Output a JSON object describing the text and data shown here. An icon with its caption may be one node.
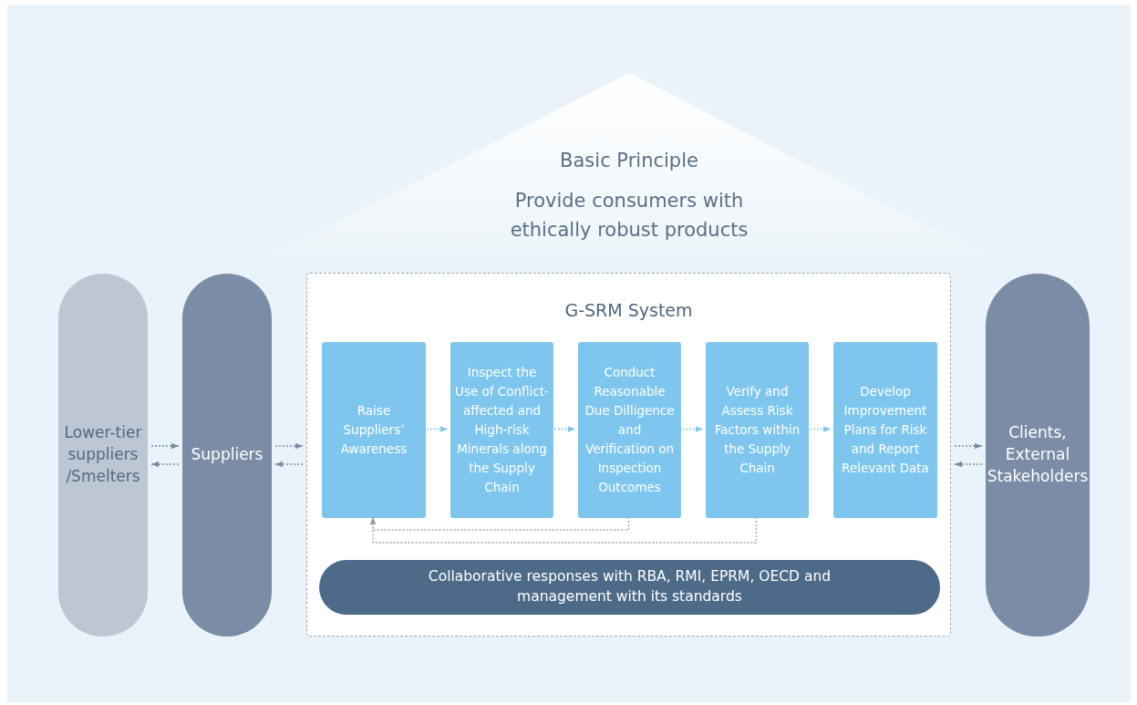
{
  "diagram": {
    "nodes": [
      {
        "text": [
          "Basic Principle",
          "Provide consumers with ethically robust products"
        ]
      },
      {
        "text": [
          "Lower-tier suppliers /Smelters"
        ]
      },
      {
        "text": [
          "Suppliers"
        ]
      },
      {
        "text": [
          "G-SRM System"
        ]
      },
      {
        "text": [
          "Raise Suppliers’ Awareness"
        ],
        "in": 3
      },
      {
        "text": [
          "Inspect the Use of Conflict-affected and High-risk Minerals along the Supply Chain"
        ],
        "in": 3
      },
      {
        "text": [
          "Conduct Reasonable Due Dilligence and Verification on Inspection Outcomes"
        ],
        "in": 3
      },
      {
        "text": [
          "Verify and Assess Risk Factors within the Supply Chain"
        ],
        "in": 3
      },
      {
        "text": [
          "Develop Improvement Plans for Risk and Report Relevant Data"
        ],
        "in": 3
      },
      {
        "text": [
          "Collaborative responses with RBA, RMI, EPRM, OECD and management with its standards"
        ],
        "in": 3
      },
      {
        "text": [
          "Clients, External Stakeholders"
        ]
      }
    ],
    "edges": [
      {
        "from": 1,
        "to": 2,
        "arrow": "to",
        "style": "dashed"
      },
      {
        "from": 2,
        "to": 1,
        "arrow": "to",
        "style": "dashed"
      },
      {
        "from": 2,
        "to": 3,
        "arrow": "to",
        "style": "dashed"
      },
      {
        "from": 3,
        "to": 2,
        "arrow": "to",
        "style": "dashed"
      },
      {
        "from": 3,
        "to": 10,
        "arrow": "to",
        "style": "dashed"
      },
      {
        "from": 10,
        "to": 3,
        "arrow": "to",
        "style": "dashed"
      },
      {
        "from": 4,
        "to": 5,
        "arrow": "to",
        "style": "dashed",
        "color": "#7fc6ee"
      },
      {
        "from": 5,
        "to": 6,
        "arrow": "to",
        "style": "dashed",
        "color": "#7fc6ee"
      },
      {
        "from": 6,
        "to": 7,
        "arrow": "to",
        "style": "dashed",
        "color": "#7fc6ee"
      },
      {
        "from": 7,
        "to": 8,
        "arrow": "to",
        "style": "dashed",
        "color": "#7fc6ee"
      },
      {
        "from": 6,
        "to": 4,
        "arrow": "to",
        "style": "dashed",
        "color": "#a0a0a0"
      },
      {
        "from": 7,
        "to": 4,
        "arrow": "to",
        "style": "dashed",
        "color": "#a0a0a0"
      }
    ]
  }
}
